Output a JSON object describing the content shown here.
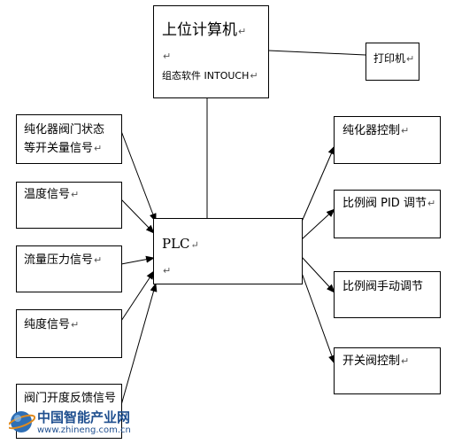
{
  "nodes": {
    "host": {
      "line1": "上位计算机",
      "line2": "组态软件 INTOUCH"
    },
    "printer": {
      "label": "打印机"
    },
    "plc": {
      "label": "PLC"
    },
    "in_valve_state": {
      "line1": "纯化器阀门状态",
      "line2": "等开关量信号"
    },
    "in_temp": {
      "label": "温度信号"
    },
    "in_flow": {
      "label": "流量压力信号"
    },
    "in_purity": {
      "label": "纯度信号"
    },
    "in_feedback": {
      "label": "阀门开度反馈信号"
    },
    "out_purifier": {
      "label": "纯化器控制"
    },
    "out_pid": {
      "label": "比例阀 PID 调节"
    },
    "out_manual": {
      "label": "比例阀手动调节"
    },
    "out_switch": {
      "label": "开关阀控制"
    }
  },
  "watermark": {
    "title": "中国智能产业网",
    "url": "www.zhineng.com.cn"
  },
  "colors": {
    "line": "#000000",
    "watermark": "#1f4f8f"
  }
}
